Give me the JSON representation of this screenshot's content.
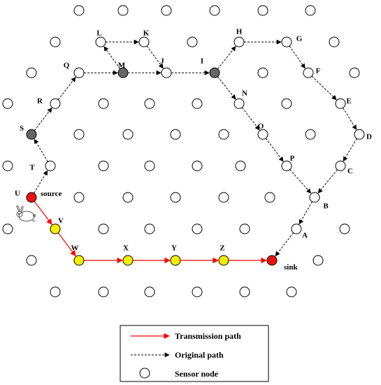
{
  "colors": {
    "transmission": "#ff0000",
    "original": "#000000",
    "node_fill": "#ffffff",
    "relay_fill": "#ffee00",
    "source_fill": "#ee1111",
    "sink_fill": "#ee1111",
    "gray_fill": "#666666"
  },
  "annotations": {
    "source": "source",
    "sink": "sink"
  },
  "legend": {
    "transmission": "Transmission path",
    "original": "Original path",
    "sensor": "Sensor node"
  },
  "nodes": [
    {
      "id": "L",
      "label": "L",
      "fill": "white"
    },
    {
      "id": "K",
      "label": "K",
      "fill": "white"
    },
    {
      "id": "H",
      "label": "H",
      "fill": "white"
    },
    {
      "id": "G",
      "label": "G",
      "fill": "white"
    },
    {
      "id": "Q",
      "label": "Q",
      "fill": "white"
    },
    {
      "id": "M",
      "label": "M",
      "fill": "gray"
    },
    {
      "id": "J",
      "label": "J",
      "fill": "white"
    },
    {
      "id": "I",
      "label": "I",
      "fill": "gray"
    },
    {
      "id": "F",
      "label": "F",
      "fill": "white"
    },
    {
      "id": "R",
      "label": "R",
      "fill": "white"
    },
    {
      "id": "N",
      "label": "N",
      "fill": "white"
    },
    {
      "id": "E",
      "label": "E",
      "fill": "white"
    },
    {
      "id": "S",
      "label": "S",
      "fill": "gray"
    },
    {
      "id": "O",
      "label": "O",
      "fill": "white"
    },
    {
      "id": "D",
      "label": "D",
      "fill": "white"
    },
    {
      "id": "T",
      "label": "T",
      "fill": "white"
    },
    {
      "id": "P",
      "label": "P",
      "fill": "white"
    },
    {
      "id": "C",
      "label": "C",
      "fill": "white"
    },
    {
      "id": "U",
      "label": "U",
      "fill": "source"
    },
    {
      "id": "B",
      "label": "B",
      "fill": "white"
    },
    {
      "id": "V",
      "label": "V",
      "fill": "yellow"
    },
    {
      "id": "A",
      "label": "A",
      "fill": "white"
    },
    {
      "id": "W",
      "label": "W",
      "fill": "yellow"
    },
    {
      "id": "X",
      "label": "X",
      "fill": "yellow"
    },
    {
      "id": "Y",
      "label": "Y",
      "fill": "yellow"
    },
    {
      "id": "Z",
      "label": "Z",
      "fill": "yellow"
    },
    {
      "id": "SINK",
      "label": "",
      "fill": "sink"
    }
  ],
  "original_path": [
    [
      "U",
      "T"
    ],
    [
      "T",
      "S"
    ],
    [
      "S",
      "R"
    ],
    [
      "R",
      "Q"
    ],
    [
      "Q",
      "M"
    ],
    [
      "M",
      "L"
    ],
    [
      "L",
      "K"
    ],
    [
      "K",
      "J"
    ],
    [
      "M",
      "J"
    ],
    [
      "J",
      "I"
    ],
    [
      "I",
      "H"
    ],
    [
      "H",
      "G"
    ],
    [
      "G",
      "F"
    ],
    [
      "F",
      "E"
    ],
    [
      "E",
      "D"
    ],
    [
      "D",
      "C"
    ],
    [
      "C",
      "B"
    ],
    [
      "I",
      "N"
    ],
    [
      "N",
      "O"
    ],
    [
      "O",
      "P"
    ],
    [
      "P",
      "B"
    ],
    [
      "B",
      "A"
    ],
    [
      "A",
      "SINK"
    ]
  ],
  "transmission_path": [
    [
      "U",
      "V"
    ],
    [
      "V",
      "W"
    ],
    [
      "W",
      "X"
    ],
    [
      "X",
      "Y"
    ],
    [
      "Y",
      "Z"
    ],
    [
      "Z",
      "SINK"
    ]
  ]
}
